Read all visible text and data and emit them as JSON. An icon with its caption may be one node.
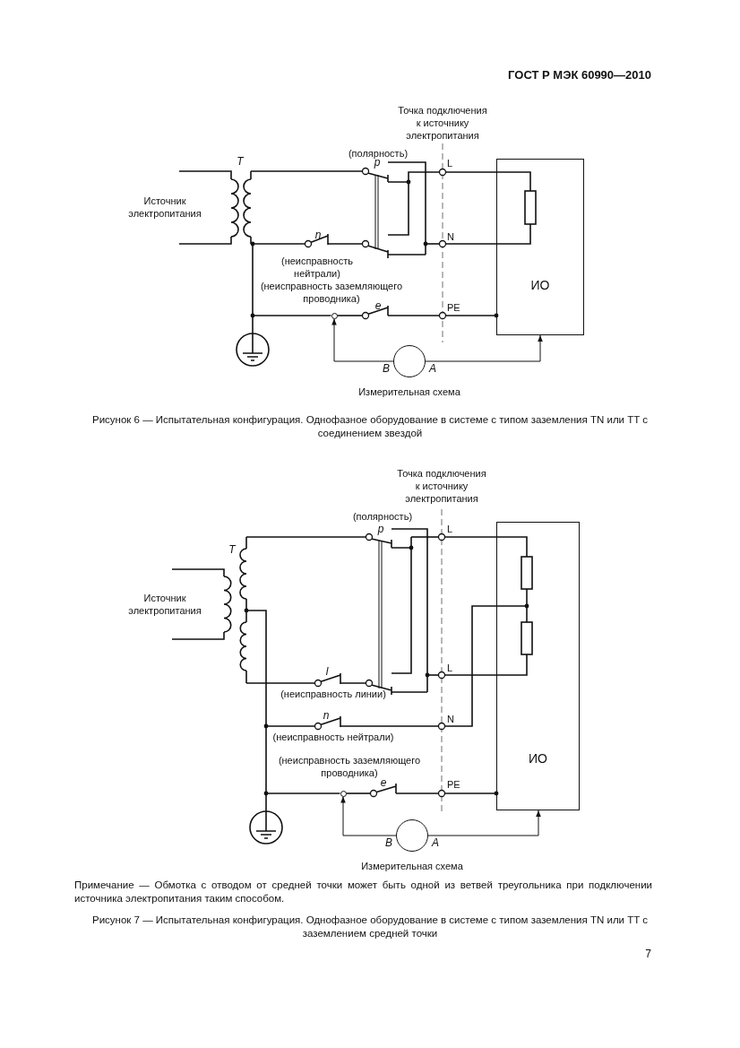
{
  "diagram": {
    "nodes": [
      {
        "text": [
          "ИО"
        ]
      },
      {
        "text": [],
        "shape": "circle"
      },
      {
        "text": [],
        "shape": "circle",
        "beside": [
          "B",
          "A",
          "Измерительная схема"
        ]
      },
      {
        "text": [
          "ИО"
        ]
      },
      {
        "text": [],
        "shape": "circle"
      },
      {
        "text": [],
        "shape": "circle",
        "beside": [
          "B",
          "A",
          "Измерительная схема"
        ]
      }
    ],
    "edges": [
      {
        "from": 2,
        "to": 1,
        "arrow": "to"
      },
      {
        "from": 2,
        "to": 0,
        "arrow": "to"
      },
      {
        "from": 5,
        "to": 4,
        "arrow": "to"
      },
      {
        "from": 5,
        "to": 3,
        "arrow": "to"
      }
    ],
    "labels": [
      "ГОСТ Р МЭК 60990—2010",
      "Точка подключения к источнику электропитания",
      "(полярность)",
      "T",
      "p",
      "L",
      "Источник электропитания",
      "n",
      "N",
      "(неисправность нейтрали)",
      "(неисправность заземляющего проводника)",
      "e",
      "PE",
      "Рисунок 6 — Испытательная конфигурация. Однофазное оборудование в системе с типом заземления TN или TT с соединением звездой",
      "Точка подключения к источнику электропитания",
      "(полярность)",
      "p",
      "L",
      "T",
      "Источник электропитания",
      "l",
      "L",
      "(неисправность линии)",
      "n",
      "N",
      "(неисправность нейтрали)",
      "(неисправность заземляющего проводника)",
      "e",
      "PE",
      "Примечание — Обмотка с отводом от средней точки может быть одной из ветвей треугольника при подключении источника электропитания таким способом.",
      "Рисунок 7 — Испытательная конфигурация. Однофазное оборудование в системе с типом заземления TN или TT с заземлением средней точки",
      "7"
    ]
  }
}
